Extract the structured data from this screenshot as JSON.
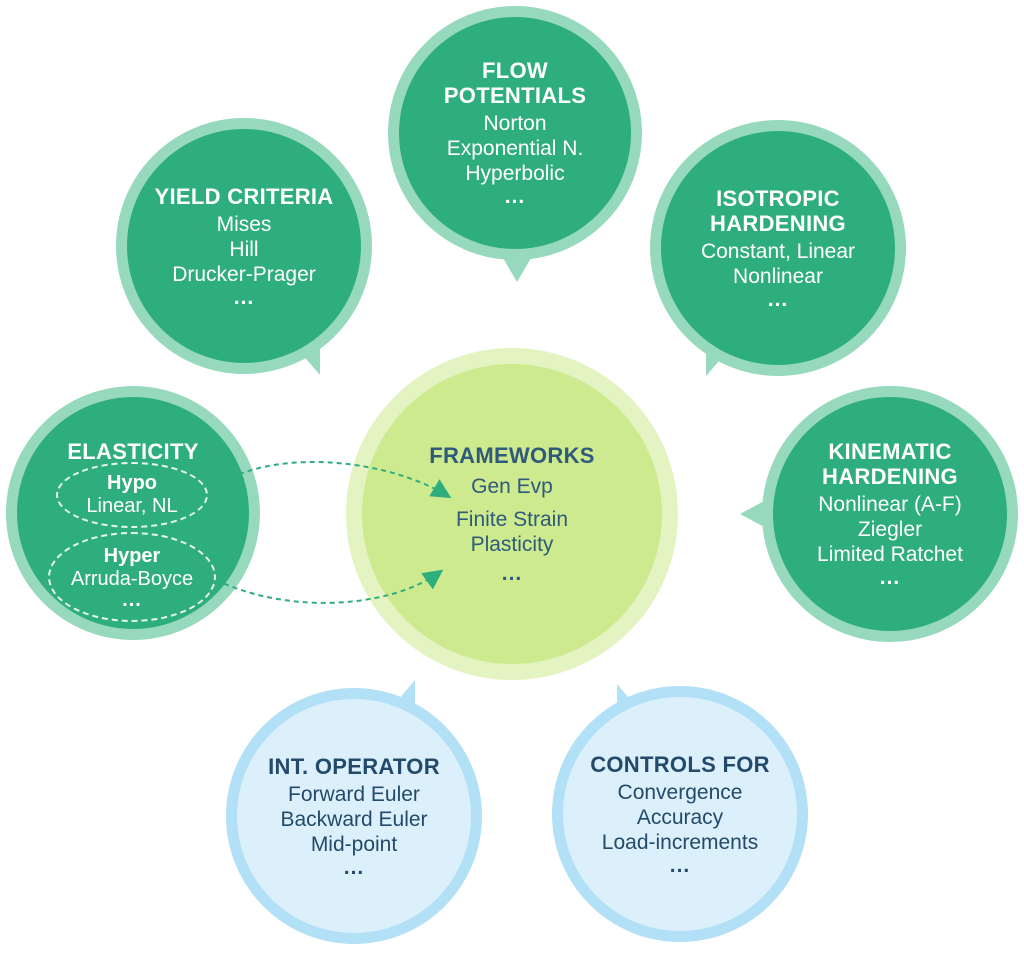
{
  "frameworks": {
    "title": "FRAMEWORKS",
    "items": [
      "Gen Evp",
      "Finite Strain\nPlasticity"
    ],
    "more": "..."
  },
  "flow_potentials": {
    "title": "FLOW\nPOTENTIALS",
    "items": [
      "Norton",
      "Exponential N.",
      "Hyperbolic"
    ],
    "more": "..."
  },
  "yield_criteria": {
    "title": "YIELD CRITERIA",
    "items": [
      "Mises",
      "Hill",
      "Drucker-Prager"
    ],
    "more": "..."
  },
  "isotropic_hardening": {
    "title": "ISOTROPIC\nHARDENING",
    "items": [
      "Constant, Linear",
      "Nonlinear"
    ],
    "more": "..."
  },
  "kinematic_hardening": {
    "title": "KINEMATIC\nHARDENING",
    "items": [
      "Nonlinear (A-F)",
      "Ziegler",
      "Limited Ratchet"
    ],
    "more": "..."
  },
  "elasticity": {
    "title": "ELASTICITY",
    "hypo": {
      "title": "Hypo",
      "items": [
        "Linear, NL"
      ]
    },
    "hyper": {
      "title": "Hyper",
      "items": [
        "Arruda-Boyce"
      ],
      "more": "..."
    }
  },
  "int_operator": {
    "title": "INT. OPERATOR",
    "items": [
      "Forward Euler",
      "Backward Euler",
      "Mid-point"
    ],
    "more": "..."
  },
  "controls_for": {
    "title": "CONTROLS FOR",
    "items": [
      "Convergence",
      "Accuracy",
      "Load-increments"
    ],
    "more": "..."
  },
  "colors": {
    "green_fill": "#2fae7d",
    "green_ring": "#97d9bc",
    "center_fill": "#cdea8f",
    "center_ring": "#e3f3c1",
    "blue_fill": "#dcf0fb",
    "blue_ring": "#b2e0f6",
    "dark_text": "#234a6b",
    "connector": "#2fae7d"
  }
}
